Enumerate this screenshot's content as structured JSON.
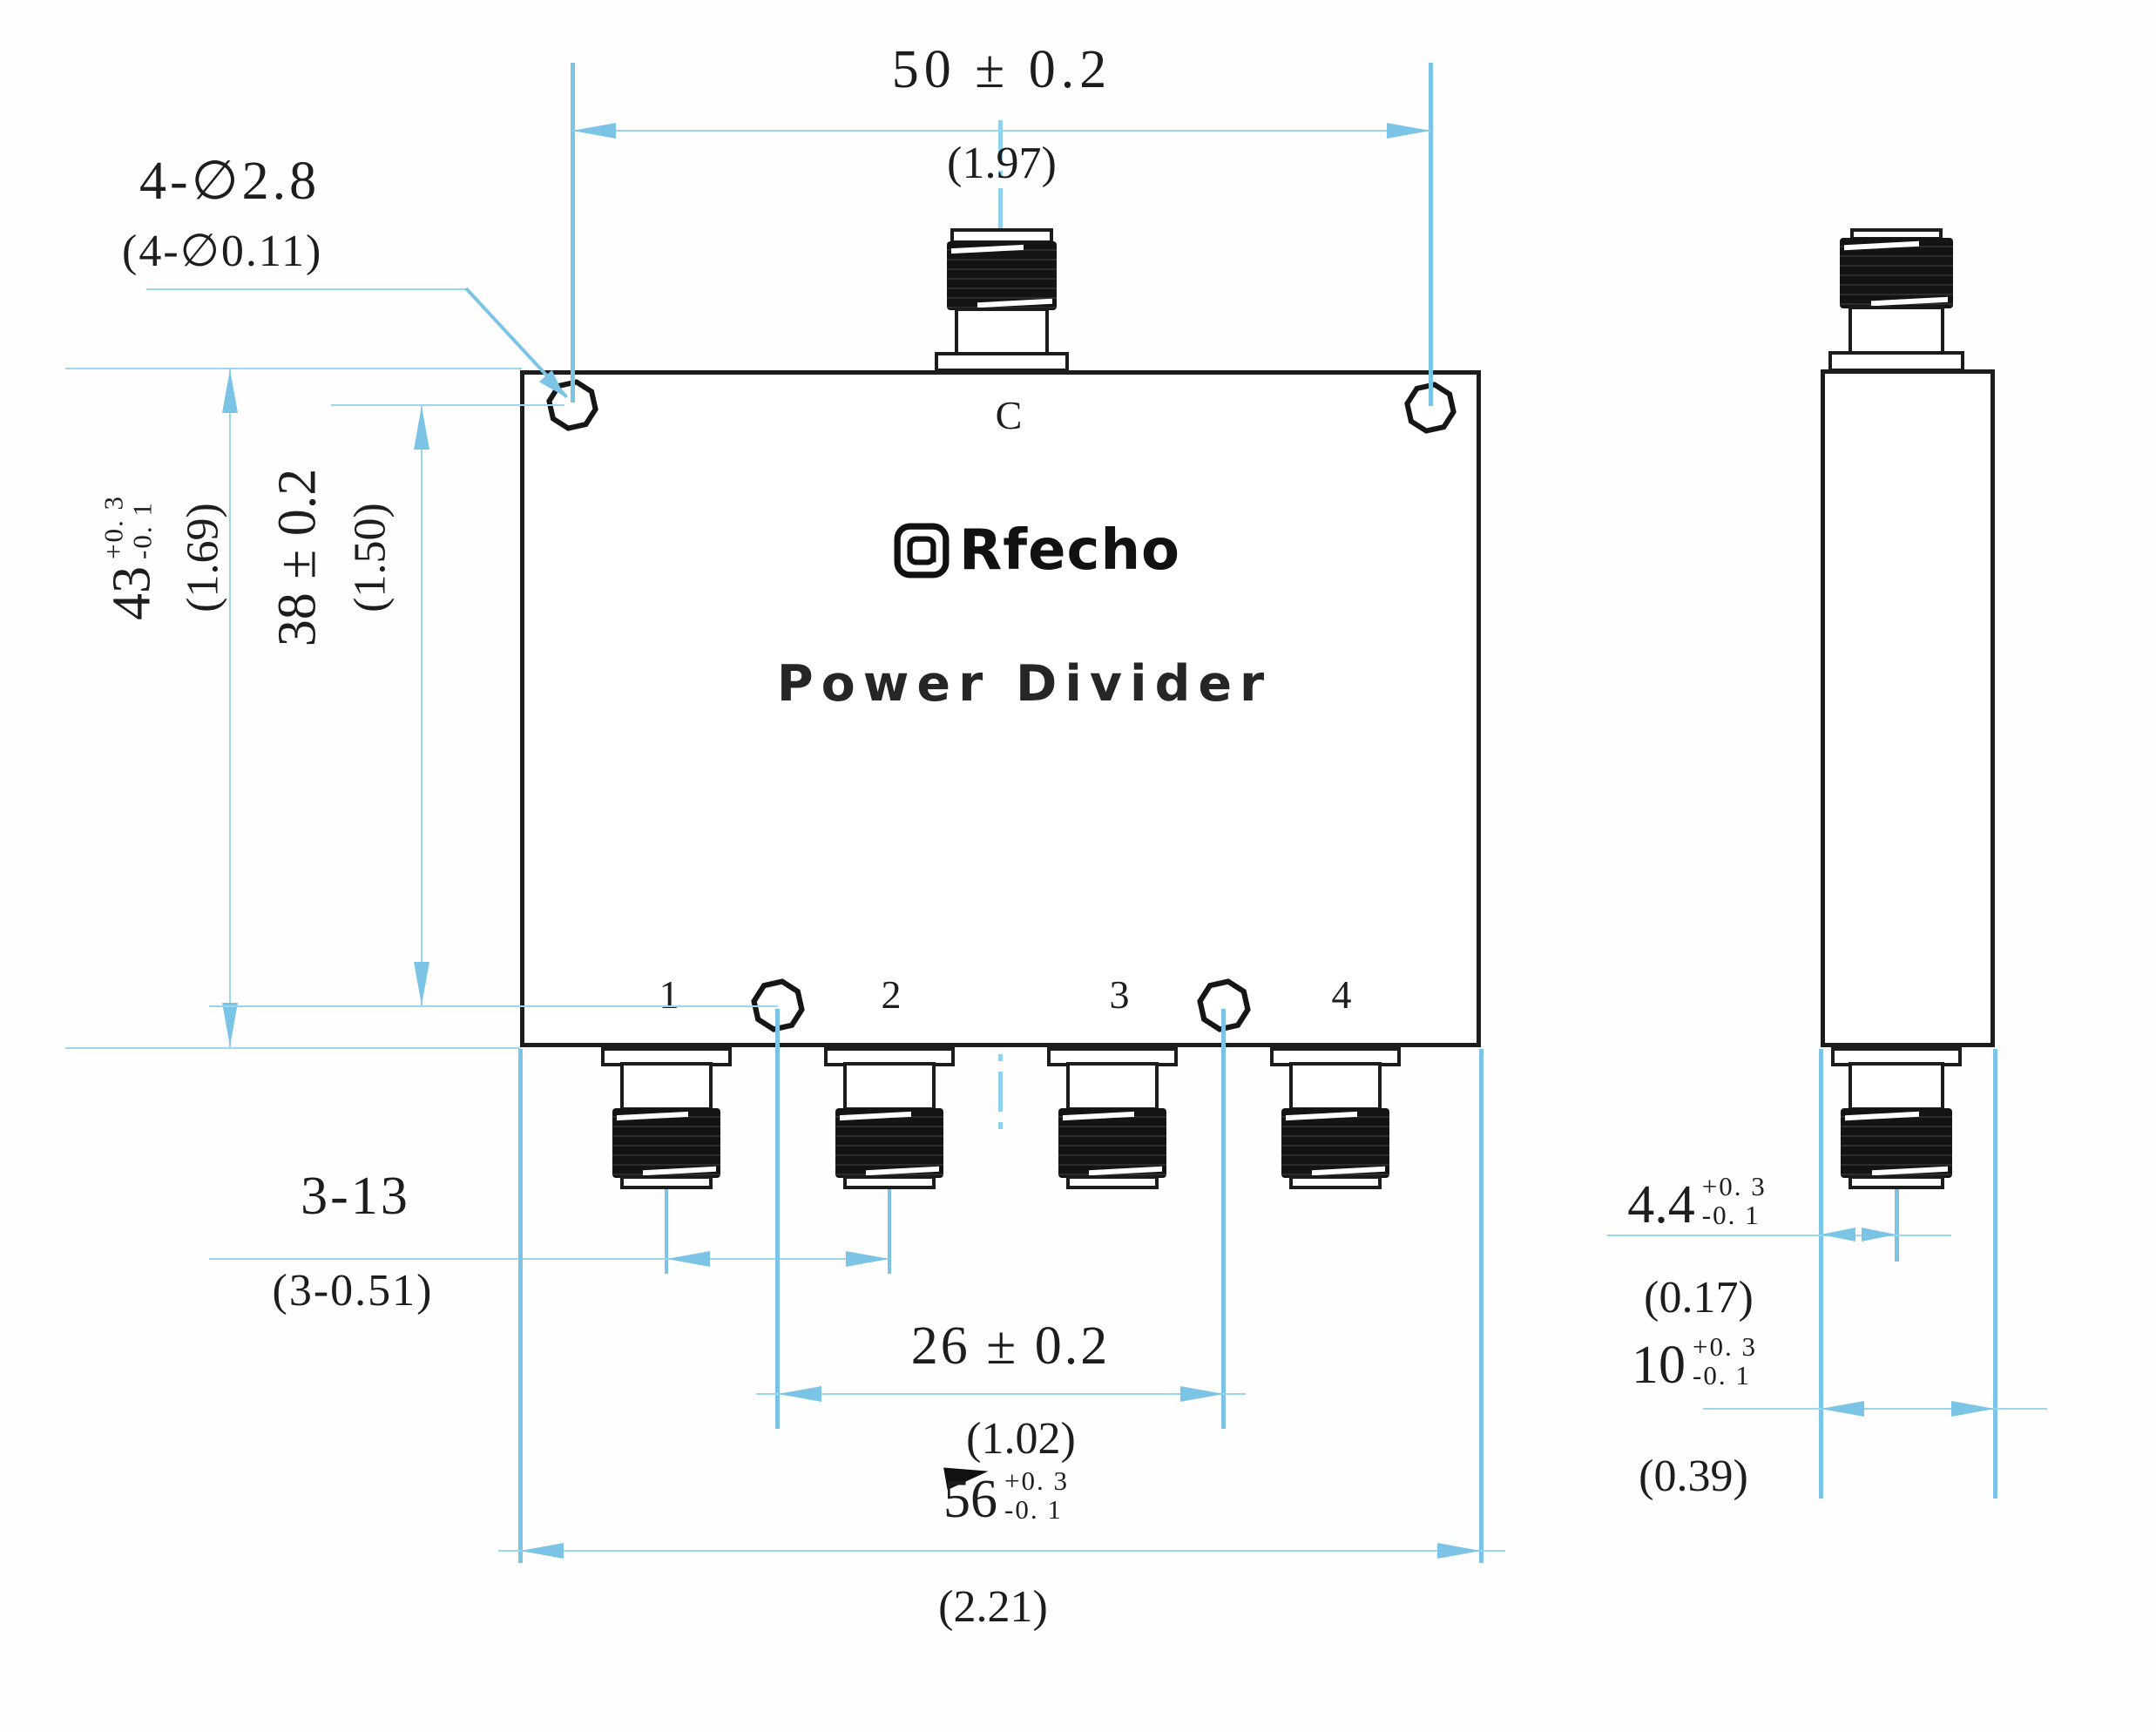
{
  "drawing": {
    "brand_logo": "Rfecho",
    "product_title": "Power Divider",
    "center_port_label": "C",
    "port_labels": [
      "1",
      "2",
      "3",
      "4"
    ],
    "dims": {
      "top_width": {
        "mm": "50 ± 0.2",
        "inch": "(1.97)"
      },
      "mount_holes": {
        "mm": "4-∅2.8",
        "inch": "(4-∅0.11)"
      },
      "overall_height": {
        "mm": "43",
        "plus": "+0. 3",
        "minus": "-0. 1",
        "inch": "(1.69)"
      },
      "hole_height": {
        "mm": "38 ± 0.2",
        "inch": "(1.50)"
      },
      "port_pitch": {
        "mm": "3-13",
        "inch": "(3-0.51)"
      },
      "screw_pitch": {
        "mm": "26 ± 0.2",
        "inch": "(1.02)"
      },
      "overall_width": {
        "mm": "56",
        "plus": "+0. 3",
        "minus": "-0. 1",
        "inch": "(2.21)"
      },
      "edge_to_center": {
        "mm": "4.4",
        "plus": "+0. 3",
        "minus": "-0. 1",
        "inch": "(0.17)"
      },
      "thickness": {
        "mm": "10",
        "plus": "+0. 3",
        "minus": "-0. 1",
        "inch": "(0.39)"
      }
    },
    "colors": {
      "dim_line": "#7cc4e6",
      "dim_line_thin": "#9bd6ef",
      "ink": "#1c1c1c"
    }
  }
}
